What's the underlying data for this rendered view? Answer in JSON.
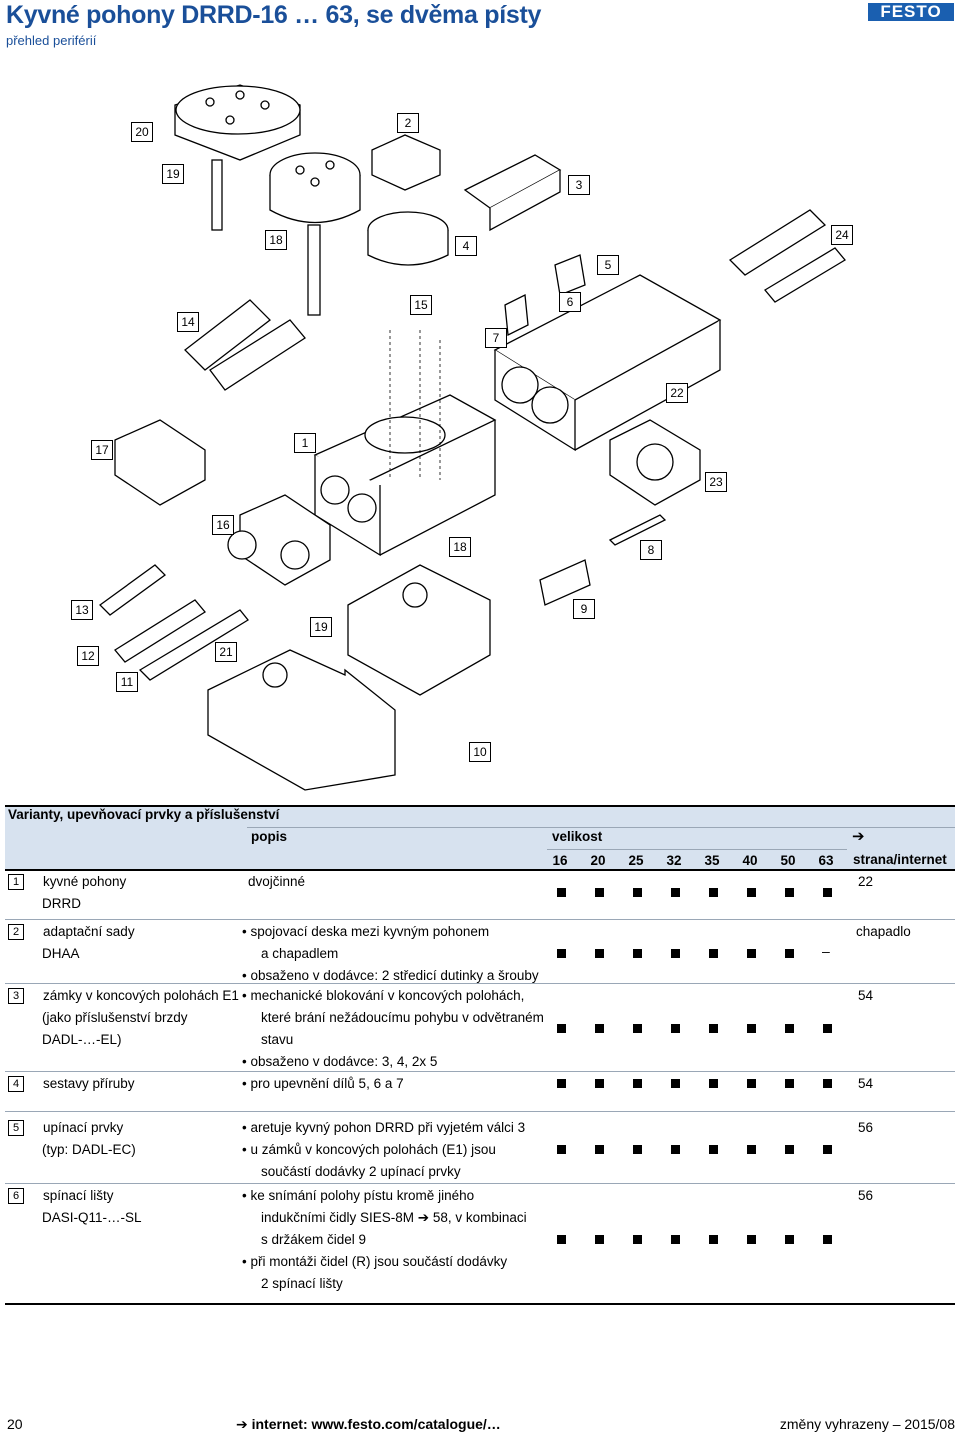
{
  "header": {
    "title": "Kyvné pohony DRRD-16 … 63, se dvěma písty",
    "subtitle": "přehled periférií",
    "logo": "FESTO"
  },
  "callouts": [
    "1",
    "2",
    "3",
    "4",
    "5",
    "6",
    "7",
    "8",
    "9",
    "10",
    "11",
    "12",
    "13",
    "14",
    "15",
    "16",
    "17",
    "18",
    "18",
    "19",
    "19",
    "20",
    "21",
    "22",
    "23",
    "24"
  ],
  "table": {
    "heading": "Varianty, upevňovací prvky a příslušenství",
    "col_popis": "popis",
    "col_velikost": "velikost",
    "col_arrow": "➔",
    "col_strana": "strana/internet",
    "sizes": [
      "16",
      "20",
      "25",
      "32",
      "35",
      "40",
      "50",
      "63"
    ],
    "rows": [
      {
        "num": "1",
        "name_lines": [
          "kyvné pohony",
          "DRRD"
        ],
        "desc": [
          {
            "text": "dvojčinné",
            "bullet": false
          }
        ],
        "avail": [
          true,
          true,
          true,
          true,
          true,
          true,
          true,
          true
        ],
        "page": "22"
      },
      {
        "num": "2",
        "name_lines": [
          "adaptační sady",
          "DHAA"
        ],
        "desc": [
          {
            "text": "spojovací deska mezi kyvným pohonem",
            "bullet": true
          },
          {
            "text": "a chapadlem",
            "bullet": false
          },
          {
            "text": "obsaženo v dodávce: 2 středicí dutinky a šrouby",
            "bullet": true
          }
        ],
        "avail": [
          true,
          true,
          true,
          true,
          true,
          true,
          true,
          false
        ],
        "page": "chapadlo"
      },
      {
        "num": "3",
        "name_lines": [
          "zámky v koncových polohách E1",
          "(jako příslušenství brzdy",
          "DADL-…-EL)"
        ],
        "desc": [
          {
            "text": "mechanické blokování v koncových polohách,",
            "bullet": true
          },
          {
            "text": "které brání nežádoucímu pohybu v odvětraném",
            "bullet": false
          },
          {
            "text": "stavu",
            "bullet": false
          },
          {
            "text": "obsaženo v dodávce: 3, 4, 2x 5",
            "bullet": true
          }
        ],
        "avail": [
          true,
          true,
          true,
          true,
          true,
          true,
          true,
          true
        ],
        "page": "54"
      },
      {
        "num": "4",
        "name_lines": [
          "sestavy příruby"
        ],
        "desc": [
          {
            "text": "pro upevnění dílů 5, 6 a 7",
            "bullet": true
          }
        ],
        "avail": [
          true,
          true,
          true,
          true,
          true,
          true,
          true,
          true
        ],
        "page": "54"
      },
      {
        "num": "5",
        "name_lines": [
          "upínací prvky",
          "(typ: DADL-EC)"
        ],
        "desc": [
          {
            "text": "aretuje kyvný pohon DRRD při vyjetém válci 3",
            "bullet": true
          },
          {
            "text": "u zámků v koncových polohách (E1) jsou",
            "bullet": true
          },
          {
            "text": "součástí dodávky 2 upínací prvky",
            "bullet": false
          }
        ],
        "avail": [
          true,
          true,
          true,
          true,
          true,
          true,
          true,
          true
        ],
        "page": "56"
      },
      {
        "num": "6",
        "name_lines": [
          "spínací lišty",
          "DASI-Q11-…-SL"
        ],
        "desc": [
          {
            "text": "ke snímání polohy pístu kromě jiného",
            "bullet": true
          },
          {
            "text": "indukčními čidly SIES-8M ➔ 58, v kombinaci",
            "bullet": false
          },
          {
            "text": "s držákem čidel 9",
            "bullet": false
          },
          {
            "text": "při montáži čidel (R) jsou součástí dodávky",
            "bullet": true
          },
          {
            "text": "2 spínací lišty",
            "bullet": false
          }
        ],
        "avail": [
          true,
          true,
          true,
          true,
          true,
          true,
          true,
          true
        ],
        "page": "56"
      }
    ]
  },
  "footer": {
    "page": "20",
    "internet": "➔  internet: www.festo.com/catalogue/…",
    "changes": "změny vyhrazeny – 2015/08"
  }
}
